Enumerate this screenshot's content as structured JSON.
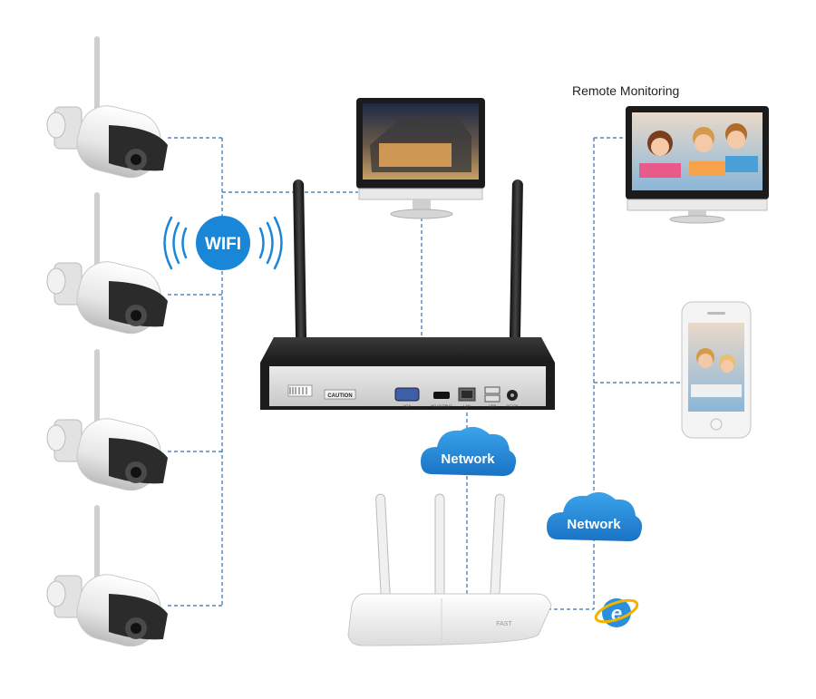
{
  "wifi": {
    "label": "WIFI"
  },
  "remote": {
    "title": "Remote Monitoring"
  },
  "clouds": [
    {
      "label": "Network"
    },
    {
      "label": "Network"
    }
  ],
  "nvr": {
    "caution": "CAUTION",
    "port_labels": [
      "VGA",
      "HD OUTPUT",
      "LAN",
      "USB",
      "DC12V"
    ]
  },
  "router": {
    "brand": "FAST"
  },
  "colors": {
    "line": "#2f6fb5",
    "cloud": "#1e8ad6",
    "wifi": "#1a86d8",
    "nvr_body": "#1c1c1c",
    "antenna": "#2a2a2a"
  },
  "icons": [
    "camera-icon",
    "wifi-icon",
    "monitor-icon",
    "nvr-icon",
    "router-icon",
    "phone-icon",
    "browser-icon",
    "cloud-icon"
  ]
}
